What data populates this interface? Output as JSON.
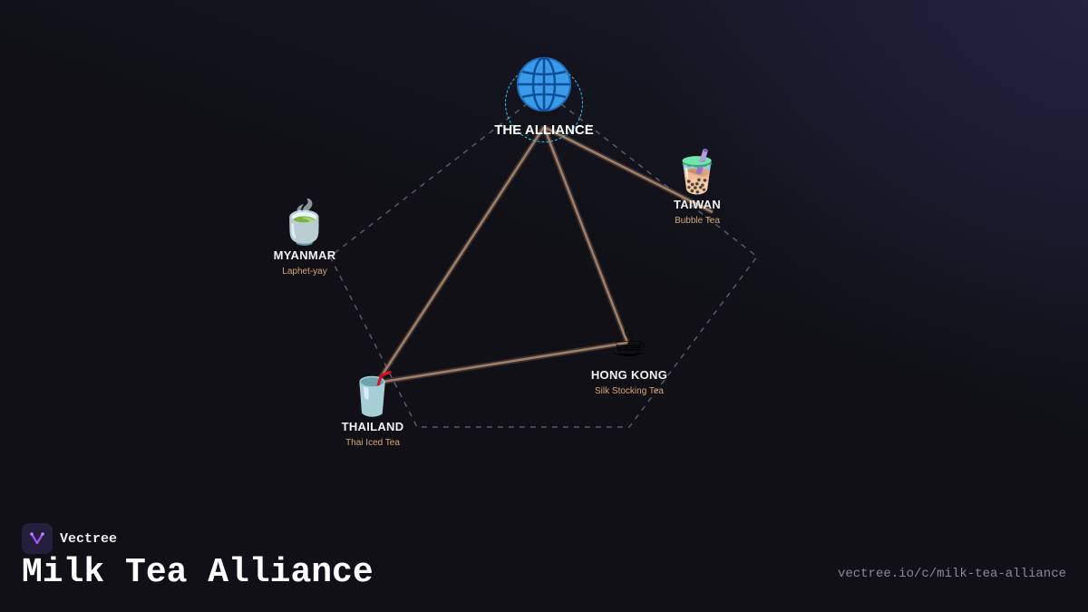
{
  "center": {
    "label": "THE ALLIANCE",
    "icon": "globe-icon"
  },
  "members": [
    {
      "id": "myanmar",
      "name": "MYANMAR",
      "drink": "Laphet-yay",
      "emoji": "🍵"
    },
    {
      "id": "taiwan",
      "name": "TAIWAN",
      "drink": "Bubble Tea",
      "emoji": "🧋"
    },
    {
      "id": "hongkong",
      "name": "HONG KONG",
      "drink": "Silk Stocking Tea",
      "emoji": "☕"
    },
    {
      "id": "thailand",
      "name": "THAILAND",
      "drink": "Thai Iced Tea",
      "emoji": "🥤"
    }
  ],
  "connections": [
    [
      "center",
      "thailand"
    ],
    [
      "center",
      "hongkong"
    ],
    [
      "center",
      "taiwan"
    ],
    [
      "thailand",
      "hongkong"
    ]
  ],
  "brand": {
    "name": "Vectree"
  },
  "title": "Milk Tea Alliance",
  "url": "vectree.io/c/milk-tea-alliance",
  "colors": {
    "accent": "#22d3ee",
    "link": "#8a6a55",
    "subtitle": "#d6a77a"
  }
}
